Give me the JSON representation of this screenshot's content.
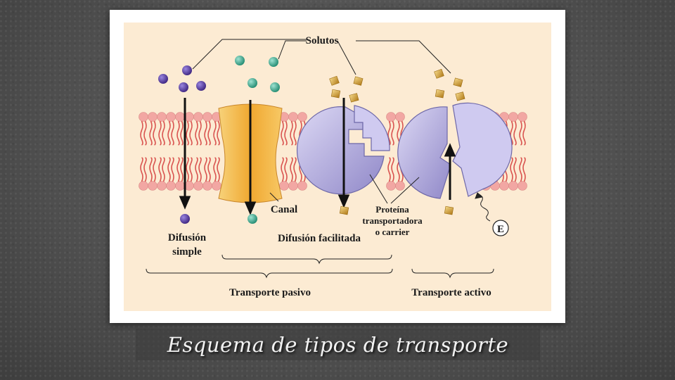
{
  "labels": {
    "solutos": "Solutos",
    "canal": "Canal",
    "difusion_simple_1": "Difusión",
    "difusion_simple_2": "simple",
    "difusion_facilitada": "Difusión facilitada",
    "proteina_1": "Proteína",
    "proteina_2": "transportadora",
    "proteina_3": "o carrier",
    "energia": "E",
    "transporte_pasivo": "Transporte pasivo",
    "transporte_activo": "Transporte activo"
  },
  "caption": "Esquema de tipos de transporte",
  "colors": {
    "panel": "#fcebd3",
    "lipid_head": "#f2a7a3",
    "lipid_tail": "#d9534f",
    "channel": "#f2b84a",
    "carrier": "#b9b3e0",
    "solute_purple": "#5b3fa8",
    "solute_teal": "#3fae94",
    "solute_gold": "#d4a030"
  }
}
